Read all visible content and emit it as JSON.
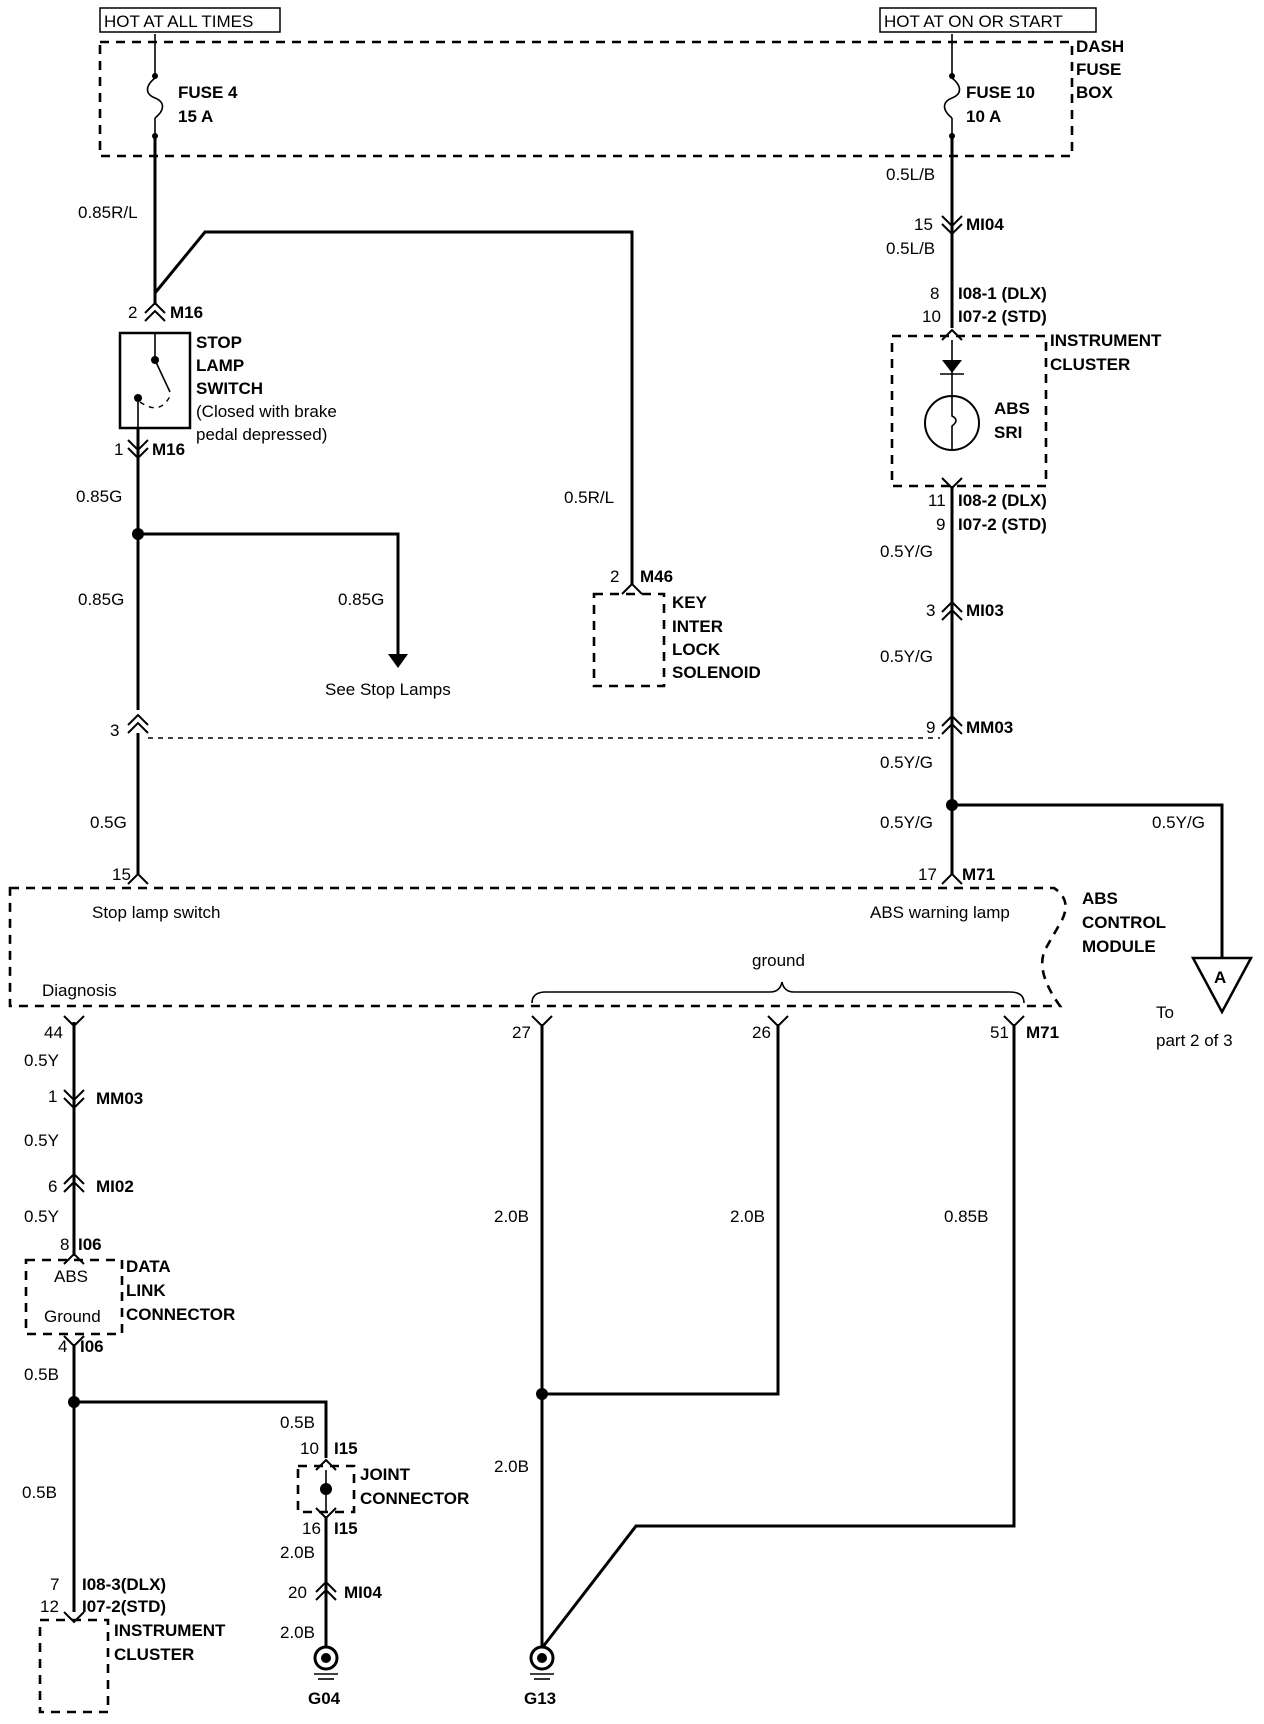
{
  "header": {
    "hot_all_times": "HOT AT ALL TIMES",
    "hot_on_start": "HOT AT ON OR START"
  },
  "fuse_box": {
    "label_line1": "DASH",
    "label_line2": "FUSE",
    "label_line3": "BOX",
    "fuse4_name": "FUSE 4",
    "fuse4_rating": "15 A",
    "fuse10_name": "FUSE 10",
    "fuse10_rating": "10 A"
  },
  "wires": {
    "w_085rl": "0.85R/L",
    "w_05lb_top": "0.5L/B",
    "w_05lb_mid": "0.5L/B",
    "w_05rl": "0.5R/L",
    "w_085g_1": "0.85G",
    "w_085g_2": "0.85G",
    "w_085g_branch": "0.85G",
    "w_05g": "0.5G",
    "w_05yg_1": "0.5Y/G",
    "w_05yg_2": "0.5Y/G",
    "w_05yg_3": "0.5Y/G",
    "w_05yg_4": "0.5Y/G",
    "w_05yg_5": "0.5Y/G",
    "w_05y_1": "0.5Y",
    "w_05y_2": "0.5Y",
    "w_05y_3": "0.5Y",
    "w_05b_1": "0.5B",
    "w_05b_2": "0.5B",
    "w_05b_3": "0.5B",
    "w_20b_1": "2.0B",
    "w_20b_2": "2.0B",
    "w_20b_3": "2.0B",
    "w_20b_4": "2.0B",
    "w_20b_5": "2.0B",
    "w_085b": "0.85B"
  },
  "connectors": {
    "m16_top_pin": "2",
    "m16_top": "M16",
    "m16_bot_pin": "1",
    "m16_bot": "M16",
    "mi04_pin": "15",
    "mi04": "MI04",
    "i08_1_pin": "8",
    "i08_1": "I08-1 (DLX)",
    "i07_2_pin_top": "10",
    "i07_2_top": "I07-2 (STD)",
    "i08_2_pin": "11",
    "i08_2": "I08-2 (DLX)",
    "i07_2_pin_bot": "9",
    "i07_2_bot": "I07-2 (STD)",
    "m46_pin": "2",
    "m46": "M46",
    "mi03_pin": "3",
    "mi03": "MI03",
    "mm03_left_pin": "3",
    "mm03_right_pin": "9",
    "mm03_right": "MM03",
    "m71_pin_15": "15",
    "m71_pin_17": "17",
    "m71_top": "M71",
    "m71_pin_44": "44",
    "m71_pin_27": "27",
    "m71_pin_26": "26",
    "m71_pin_51": "51",
    "m71_bottom": "M71",
    "mm03_bot_pin": "1",
    "mm03_bot": "MM03",
    "mi02_pin": "6",
    "mi02": "MI02",
    "i06_top_pin": "8",
    "i06_top": "I06",
    "i06_bot_pin": "4",
    "i06_bot": "I06",
    "i15_top_pin": "10",
    "i15_top": "I15",
    "i15_bot_pin": "16",
    "i15_bot": "I15",
    "mi04_bot_pin": "20",
    "mi04_bot": "MI04",
    "i08_3_pin": "7",
    "i08_3": "I08-3(DLX)",
    "i07_2c_pin": "12",
    "i07_2c": "I07-2(STD)"
  },
  "components": {
    "stop_lamp_line1": "STOP",
    "stop_lamp_line2": "LAMP",
    "stop_lamp_line3": "SWITCH",
    "stop_lamp_note1": "(Closed with brake",
    "stop_lamp_note2": "pedal depressed)",
    "cluster_top_line1": "INSTRUMENT",
    "cluster_top_line2": "CLUSTER",
    "abs_lamp_line1": "ABS",
    "abs_lamp_line2": "SRI",
    "key_line1": "KEY",
    "key_line2": "INTER",
    "key_line3": "LOCK",
    "key_line4": "SOLENOID",
    "see_stop_lamps": "See Stop Lamps",
    "abs_module_line1": "ABS",
    "abs_module_line2": "CONTROL",
    "abs_module_line3": "MODULE",
    "stop_lamp_switch_input": "Stop lamp switch",
    "abs_warning_lamp": "ABS warning lamp",
    "diagnosis": "Diagnosis",
    "ground": "ground",
    "offpage_letter": "A",
    "offpage_to": "To",
    "offpage_part": "part 2 of 3",
    "dlc_abs": "ABS",
    "dlc_ground": "Ground",
    "dlc_line1": "DATA",
    "dlc_line2": "LINK",
    "dlc_line3": "CONNECTOR",
    "joint_line1": "JOINT",
    "joint_line2": "CONNECTOR",
    "cluster_bot_line1": "INSTRUMENT",
    "cluster_bot_line2": "CLUSTER",
    "g04": "G04",
    "g13": "G13"
  }
}
